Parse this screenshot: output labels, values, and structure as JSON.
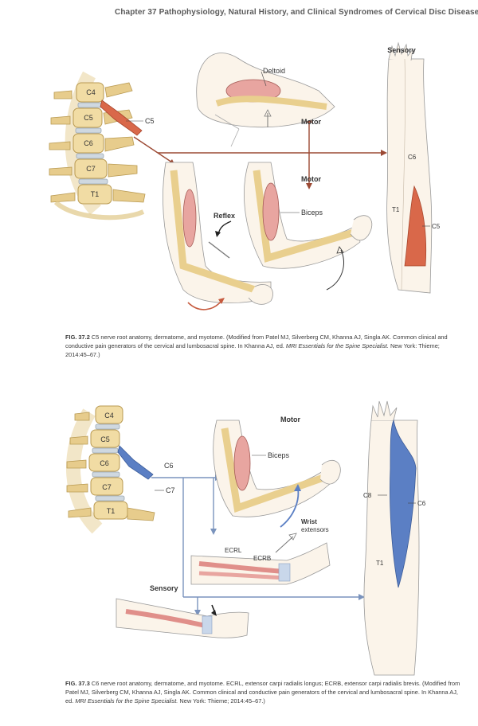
{
  "header": {
    "running_title": "Chapter 37 Pathophysiology, Natural History, and Clinical Syndromes of Cervical Disc Disease"
  },
  "figure1": {
    "vertebra_labels": [
      "C4",
      "C5",
      "C6",
      "C7",
      "T1"
    ],
    "nerve_label": "C5",
    "deltoid_label": "Deltoid",
    "motor_label_top": "Motor",
    "motor_label_bottom": "Motor",
    "reflex_label": "Reflex",
    "biceps_label": "Biceps",
    "sensory_label": "Sensory",
    "dermatome_upper": "C6",
    "dermatome_lower": "T1",
    "dermatome_side": "C5",
    "caption_label": "FIG. 37.2",
    "caption_text": "C5 nerve root anatomy, dermatome, and myotome. (Modified from Patel MJ, Silverberg CM, Khanna AJ, Singla AK. Common clinical and conductive pain generators of the cervical and lumbosacral spine. In Khanna AJ, ed.",
    "caption_italic": "MRI Essentials for the Spine Specialist.",
    "caption_tail": "New York: Thieme; 2014:45–67.)",
    "accent_color": "#d9684a"
  },
  "figure2": {
    "vertebra_labels": [
      "C4",
      "C5",
      "C6",
      "C7",
      "T1"
    ],
    "nerve_label": "C6",
    "nerve_label_c7": "C7",
    "motor_label": "Motor",
    "biceps_label": "Biceps",
    "wrist_label_line1": "Wrist",
    "wrist_label_line2": "extensors",
    "ecrl_label": "ECRL",
    "ecrb_label": "ECRB",
    "sensory_label": "Sensory",
    "dermatome_left": "C8",
    "dermatome_right": "C6",
    "dermatome_lower": "T1",
    "caption_label": "FIG. 37.3",
    "caption_text": "C6 nerve root anatomy, dermatome, and myotome. ECRL, extensor carpi radialis longus; ECRB, extensor carpi radialis brevis. (Modified from Patel MJ, Silverberg CM, Khanna AJ, Singla AK. Common clinical and conductive pain generators of the cervical and lumbosacral spine. In Khanna AJ, ed.",
    "caption_italic": "MRI Essentials for the Spine Specialist.",
    "caption_tail": "New York: Thieme; 2014:45–67.)",
    "accent_color": "#5b7fc4"
  }
}
